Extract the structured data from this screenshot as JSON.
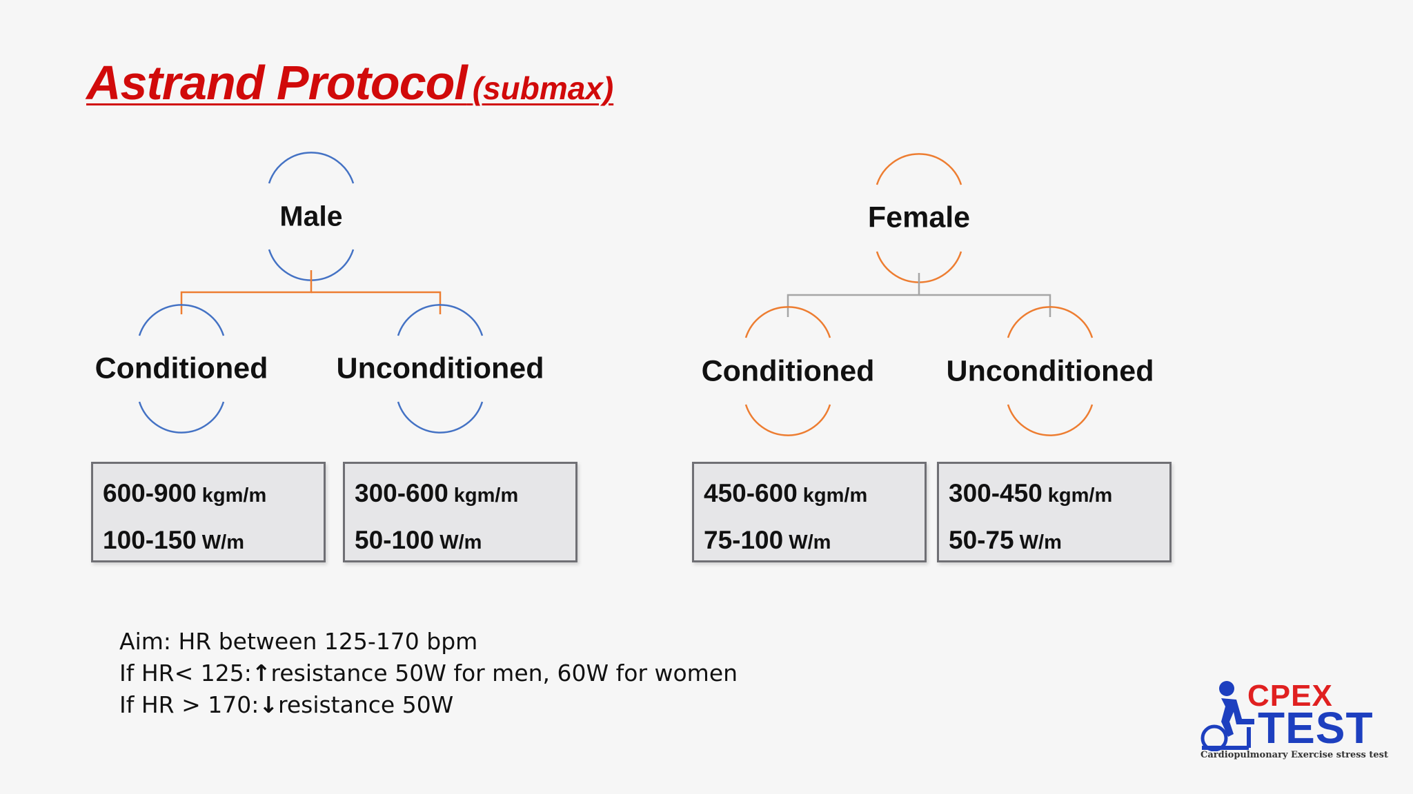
{
  "title": {
    "main": "Astrand Protocol",
    "sub": "(submax)"
  },
  "male": {
    "root": "Male",
    "left": "Conditioned",
    "right": "Unconditioned",
    "left_box": {
      "kgm": "600-900",
      "w": "100-150"
    },
    "right_box": {
      "kgm": "300-600",
      "w": "50-100"
    }
  },
  "female": {
    "root": "Female",
    "left": "Conditioned",
    "right": "Unconditioned",
    "left_box": {
      "kgm": "450-600",
      "w": "75-100"
    },
    "right_box": {
      "kgm": "300-450",
      "w": "50-75"
    }
  },
  "units": {
    "kgm": "kgm/m",
    "w": "W/m"
  },
  "notes": {
    "line1": "Aim: HR between 125-170 bpm",
    "line2_prefix": "If HR< 125:",
    "line2_suffix": "resistance 50W for men, 60W for women",
    "line3_prefix": "If HR > 170:",
    "line3_suffix": "resistance 50W",
    "up_arrow": "↑",
    "down_arrow": "↓"
  },
  "logo": {
    "cpex": "CPEX",
    "test": "TEST",
    "tagline": "Cardiopulmonary Exercise stress test"
  },
  "colors": {
    "title": "#d10a0a",
    "male_arc": "#4472c4",
    "female_arc": "#ed7d31",
    "male_connector": "#ed7d31",
    "female_connector": "#a5a5a5",
    "box_fill": "#e6e6e8",
    "box_border": "#6f6f74"
  }
}
